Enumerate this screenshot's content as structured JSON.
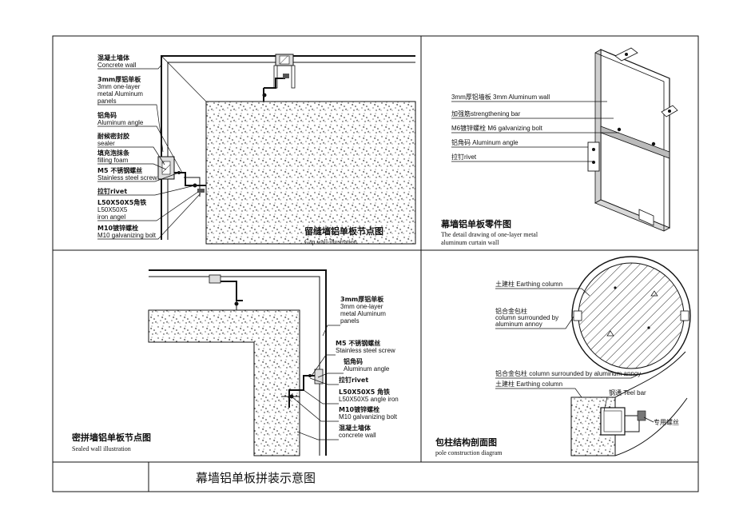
{
  "sheet": {
    "main_title": "幕墙铝单板拼装示意图"
  },
  "gap_wall": {
    "title": "留缝墙铝单板节点图",
    "subtitle": "Gap wall illustration",
    "labels": [
      [
        "混凝土墙体",
        "Concrete wall"
      ],
      [
        "3mm厚铝单板",
        "3mm one-layer",
        "metal Aluminum",
        "panels"
      ],
      [
        "铝角码",
        "Aluminum angle"
      ],
      [
        "耐候密封胶",
        "sealer"
      ],
      [
        "填充泡抹条",
        "filling foam"
      ],
      [
        "M5 不锈钢螺丝",
        "Stainless steel screw"
      ],
      [
        "拉钉rivet"
      ],
      [
        "L50X50X5角铁",
        "L50X50X5",
        "iron angel"
      ],
      [
        "M10镀锌螺栓",
        "M10 galvanizing bolt"
      ]
    ]
  },
  "parts": {
    "title": "幕墙铝单板零件图",
    "subtitle_1": "The detail drawing of one-layer metal",
    "subtitle_2": "aluminum curtain wall",
    "labels": [
      "3mm厚铝墙板   3mm Aluminum wall",
      "加强筋strengthening bar",
      "M6镀锌螺栓   M6 galvanizing bolt",
      "铝角码 Aluminum angle",
      "拉钉rivet"
    ]
  },
  "sealed_wall": {
    "title": "密拼墙铝单板节点图",
    "subtitle": "Sealed wall illustration",
    "labels": [
      [
        "3mm厚铝单板",
        "3mm one-layer",
        "metal Aluminum",
        "panels"
      ],
      [
        "M5 不锈钢螺丝",
        "Stainless steel screw"
      ],
      [
        "铝角码",
        "Aluminum angle"
      ],
      [
        "拉钉rivet"
      ],
      [
        "L50X50X5 角铁",
        "L50X50X5 angle iron"
      ],
      [
        "M10镀锌螺栓",
        "M10 galvanizing bolt"
      ],
      [
        "混凝土墙体",
        "concrete wall"
      ]
    ]
  },
  "pole": {
    "title": "包柱结构剖面图",
    "subtitle": "pole construction diagram",
    "labels": [
      "土建柱  Earthing column",
      "铝合金包柱",
      "column surrounded by",
      "aluminum annoy",
      "铝合金包柱 column surrounded by aluminum annoy",
      "土建柱  Earthing column",
      "钢通  Teel bar",
      "专用螺丝"
    ]
  }
}
